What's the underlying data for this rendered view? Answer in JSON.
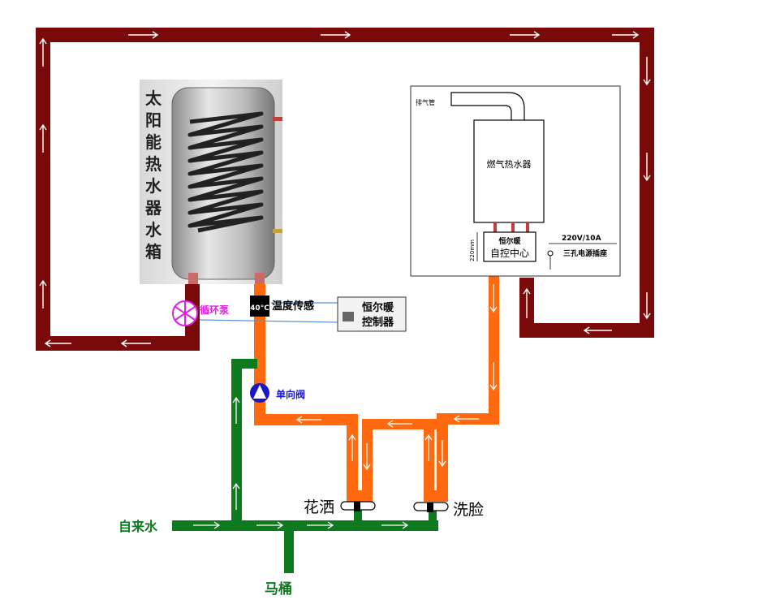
{
  "colors": {
    "circulation_pipe": "#7a0a0a",
    "hot_pipe": "#ff6a10",
    "cold_pipe": "#0d7a1e",
    "signal_wire": "#5b8fd6",
    "tank_body": "#b8b8b8",
    "coil": "#222222"
  },
  "solar_tank": {
    "vertical_label": [
      "太",
      "阳",
      "能",
      "热",
      "水",
      "器",
      "水",
      "箱"
    ]
  },
  "gas_heater": {
    "exhaust_label": "排气管",
    "body_label": "燃气热水器",
    "control_label_top": "恒尔暖",
    "control_label_bottom": "自控中心",
    "height_label": "220mm",
    "power_label": "220V/10A",
    "socket_label": "三孔电源插座"
  },
  "controller": {
    "line1": "恒尔暖",
    "line2": "控制器"
  },
  "labels": {
    "pump": "循环泵",
    "temp_sensor_value": "40°C",
    "temp_sensor": "温度传感",
    "check_valve": "单向阀",
    "shower": "花洒",
    "washbasin": "洗脸",
    "tap_water": "自来水",
    "toilet": "马桶"
  }
}
